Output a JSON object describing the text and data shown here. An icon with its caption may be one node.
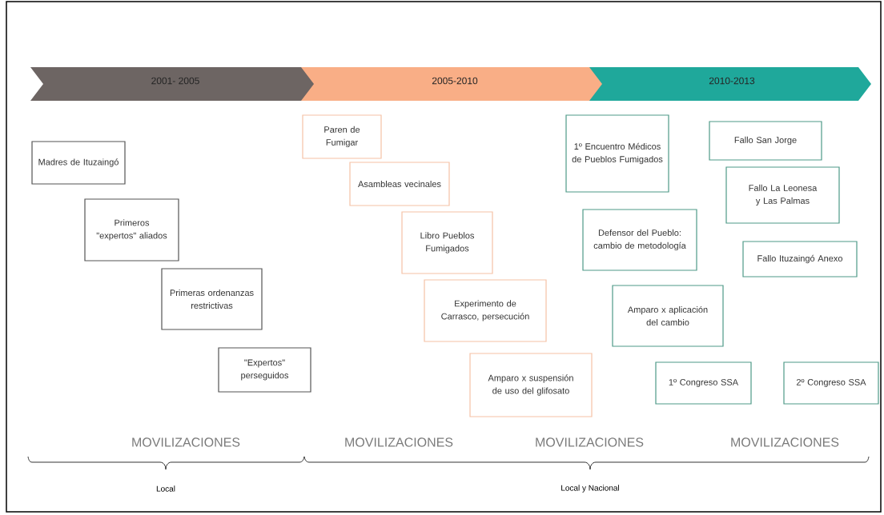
{
  "diagram": {
    "nodes": [
      {
        "text": [
          "2001- 2005"
        ]
      },
      {
        "text": [
          "2005-2010"
        ]
      },
      {
        "text": [
          "2010-2013"
        ]
      },
      {
        "text": [
          "Madres de Ituzaingó"
        ]
      },
      {
        "text": [
          "Primeros \"expertos\" aliados"
        ]
      },
      {
        "text": [
          "Primeras ordenanzas restrictivas"
        ]
      },
      {
        "text": [
          "\"Expertos\" perseguidos"
        ]
      },
      {
        "text": [
          "Paren de Fumigar"
        ]
      },
      {
        "text": [
          "Asambleas vecinales"
        ]
      },
      {
        "text": [
          "Libro Pueblos Fumigados"
        ]
      },
      {
        "text": [
          "Experimento de Carrasco, persecución"
        ]
      },
      {
        "text": [
          "Amparo x suspensión de uso del glifosato"
        ]
      },
      {
        "text": [
          "1º Encuentro Médicos de Pueblos Fumigados"
        ]
      },
      {
        "text": [
          "Defensor del Pueblo: cambio de metodología"
        ]
      },
      {
        "text": [
          "Amparo x aplicación del cambio"
        ]
      },
      {
        "text": [
          "1º Congreso SSA"
        ]
      },
      {
        "text": [
          "Fallo San Jorge"
        ]
      },
      {
        "text": [
          "Fallo  La Leonesa y Las Palmas"
        ]
      },
      {
        "text": [
          "Fallo Ituzaingó Anexo"
        ]
      },
      {
        "text": [
          "2º Congreso SSA"
        ]
      }
    ],
    "edges": [],
    "labels": [
      "MOVILIZACIONES",
      "MOVILIZACIONES",
      "MOVILIZACIONES",
      "MOVILIZACIONES",
      "Local",
      "Local y Nacional"
    ]
  }
}
